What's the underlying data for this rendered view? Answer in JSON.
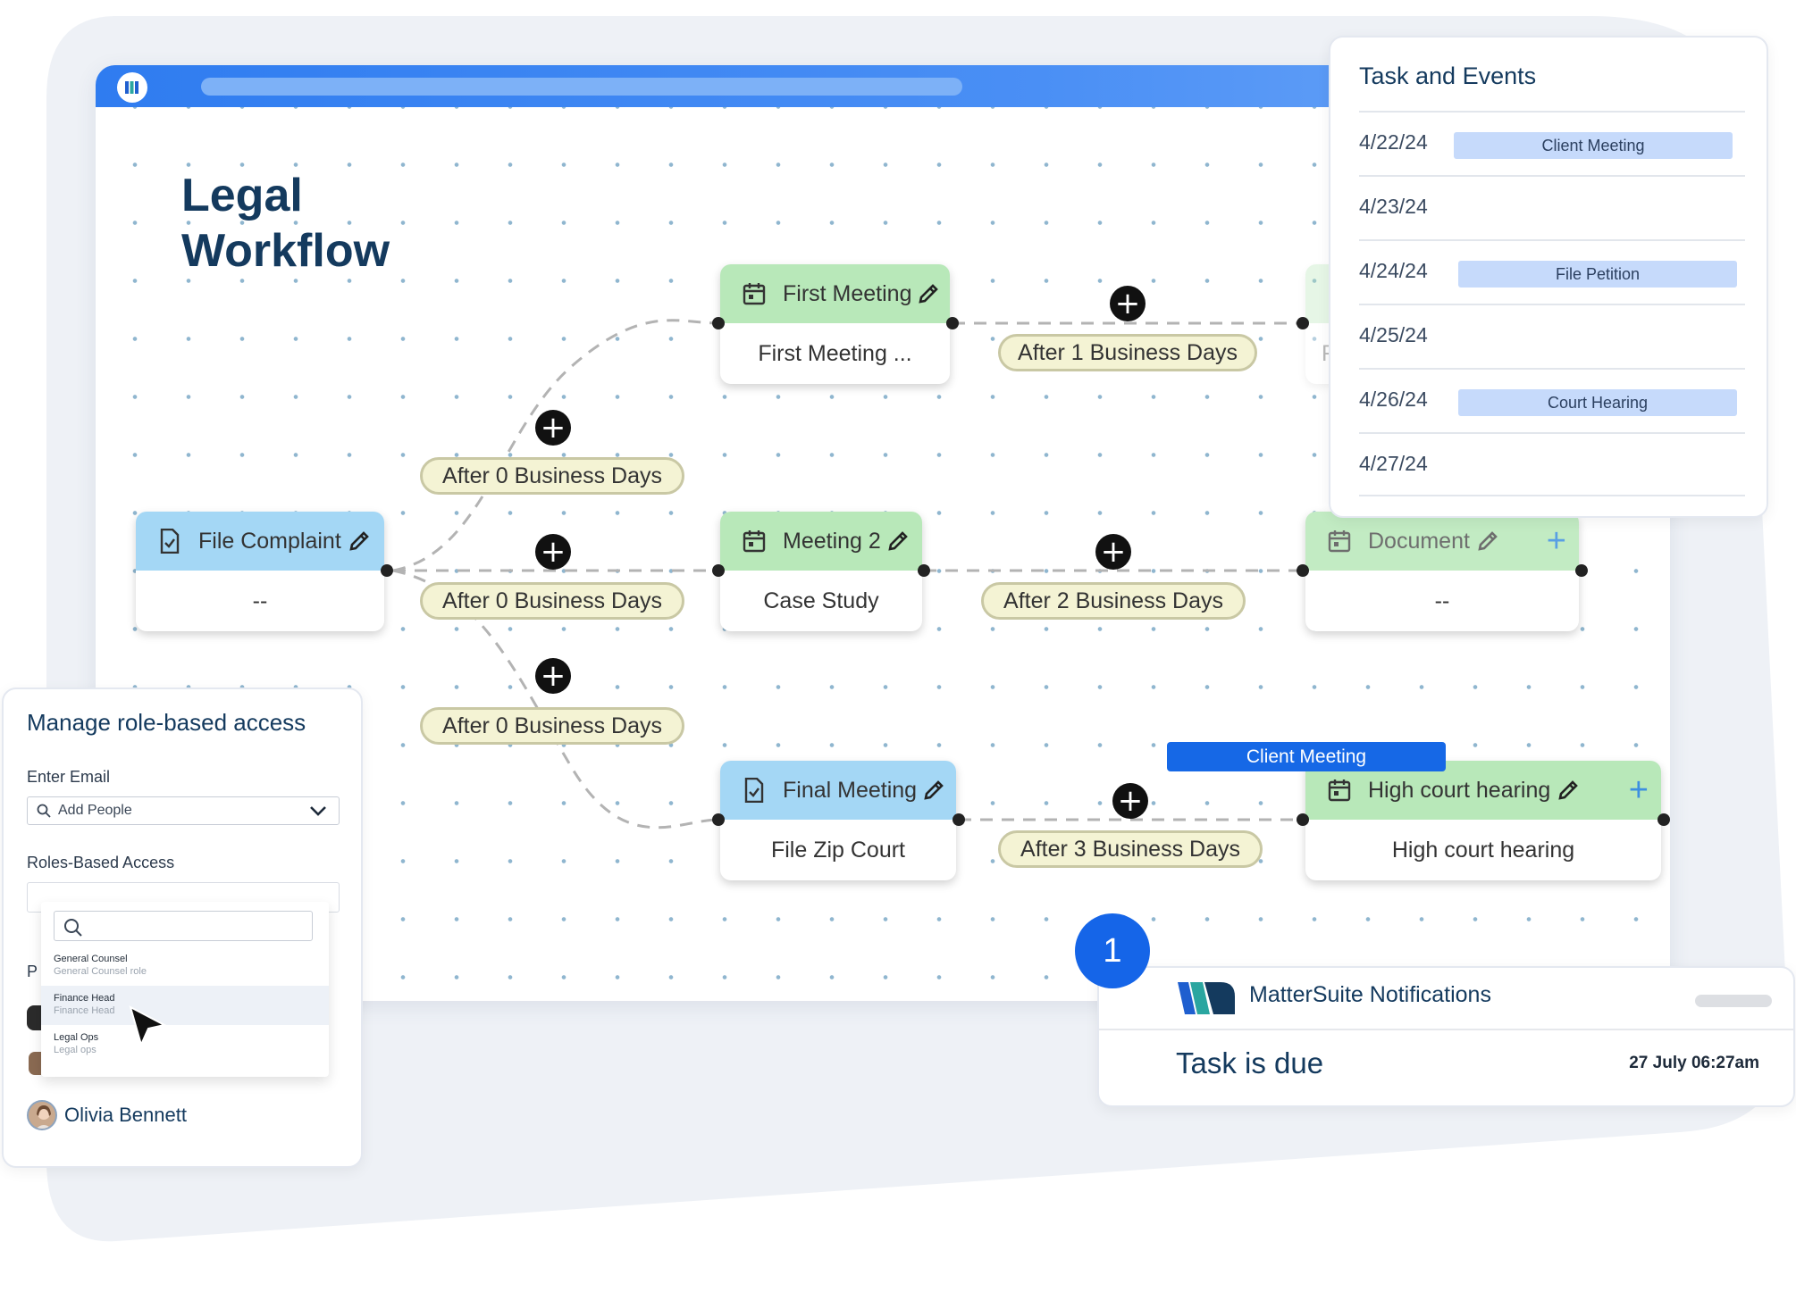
{
  "workflow": {
    "title": "Legal Workflow",
    "nodes": {
      "file_complaint": {
        "header": "File Complaint",
        "body": "--"
      },
      "first_meeting": {
        "header": "First Meeting",
        "body": "First Meeting ..."
      },
      "meeting_2": {
        "header": "Meeting 2",
        "body": "Case Study"
      },
      "final_meeting": {
        "header": "Final Meeting",
        "body": "File Zip Court"
      },
      "hidden_node": {
        "body": "F"
      },
      "document": {
        "header": "Document",
        "body": "--"
      },
      "high_court": {
        "header": "High court hearing",
        "body": "High court hearing"
      }
    },
    "delays": {
      "upper": "After 0 Business Days",
      "middle": "After 0 Business Days",
      "lower": "After 0 Business Days",
      "first_meeting_next": "After 1 Business Days",
      "meeting2_document": "After 2 Business Days",
      "final_high_court": "After 3 Business Days"
    },
    "tooltip": "Client Meeting"
  },
  "tasks": {
    "title": "Task and Events",
    "rows": [
      {
        "date": "4/22/24",
        "event": "Client Meeting"
      },
      {
        "date": "4/23/24",
        "event": ""
      },
      {
        "date": "4/24/24",
        "event": "File Petition"
      },
      {
        "date": "4/25/24",
        "event": ""
      },
      {
        "date": "4/26/24",
        "event": "Court Hearing"
      },
      {
        "date": "4/27/24",
        "event": ""
      }
    ]
  },
  "access": {
    "title": "Manage role-based access",
    "email_label": "Enter Email",
    "email_placeholder": "Add People",
    "roles_label": "Roles-Based Access",
    "cut_label": "P",
    "roles": [
      {
        "name": "General Counsel",
        "sub": "General Counsel role"
      },
      {
        "name": "Finance Head",
        "sub": "Finance Head"
      },
      {
        "name": "Legal Ops",
        "sub": "Legal ops"
      }
    ],
    "person": "Olivia Bennett"
  },
  "notification": {
    "badge": "1",
    "app": "MatterSuite Notifications",
    "message": "Task is due",
    "time": "27 July 06:27am"
  },
  "colors": {
    "brand_blue": "#2f7cf0",
    "title_navy": "#143a5e",
    "node_green": "#b8e8b9",
    "node_blue": "#a4d7f5",
    "delay_fill": "#f4f3d4",
    "event_tag": "#c6dafb"
  }
}
